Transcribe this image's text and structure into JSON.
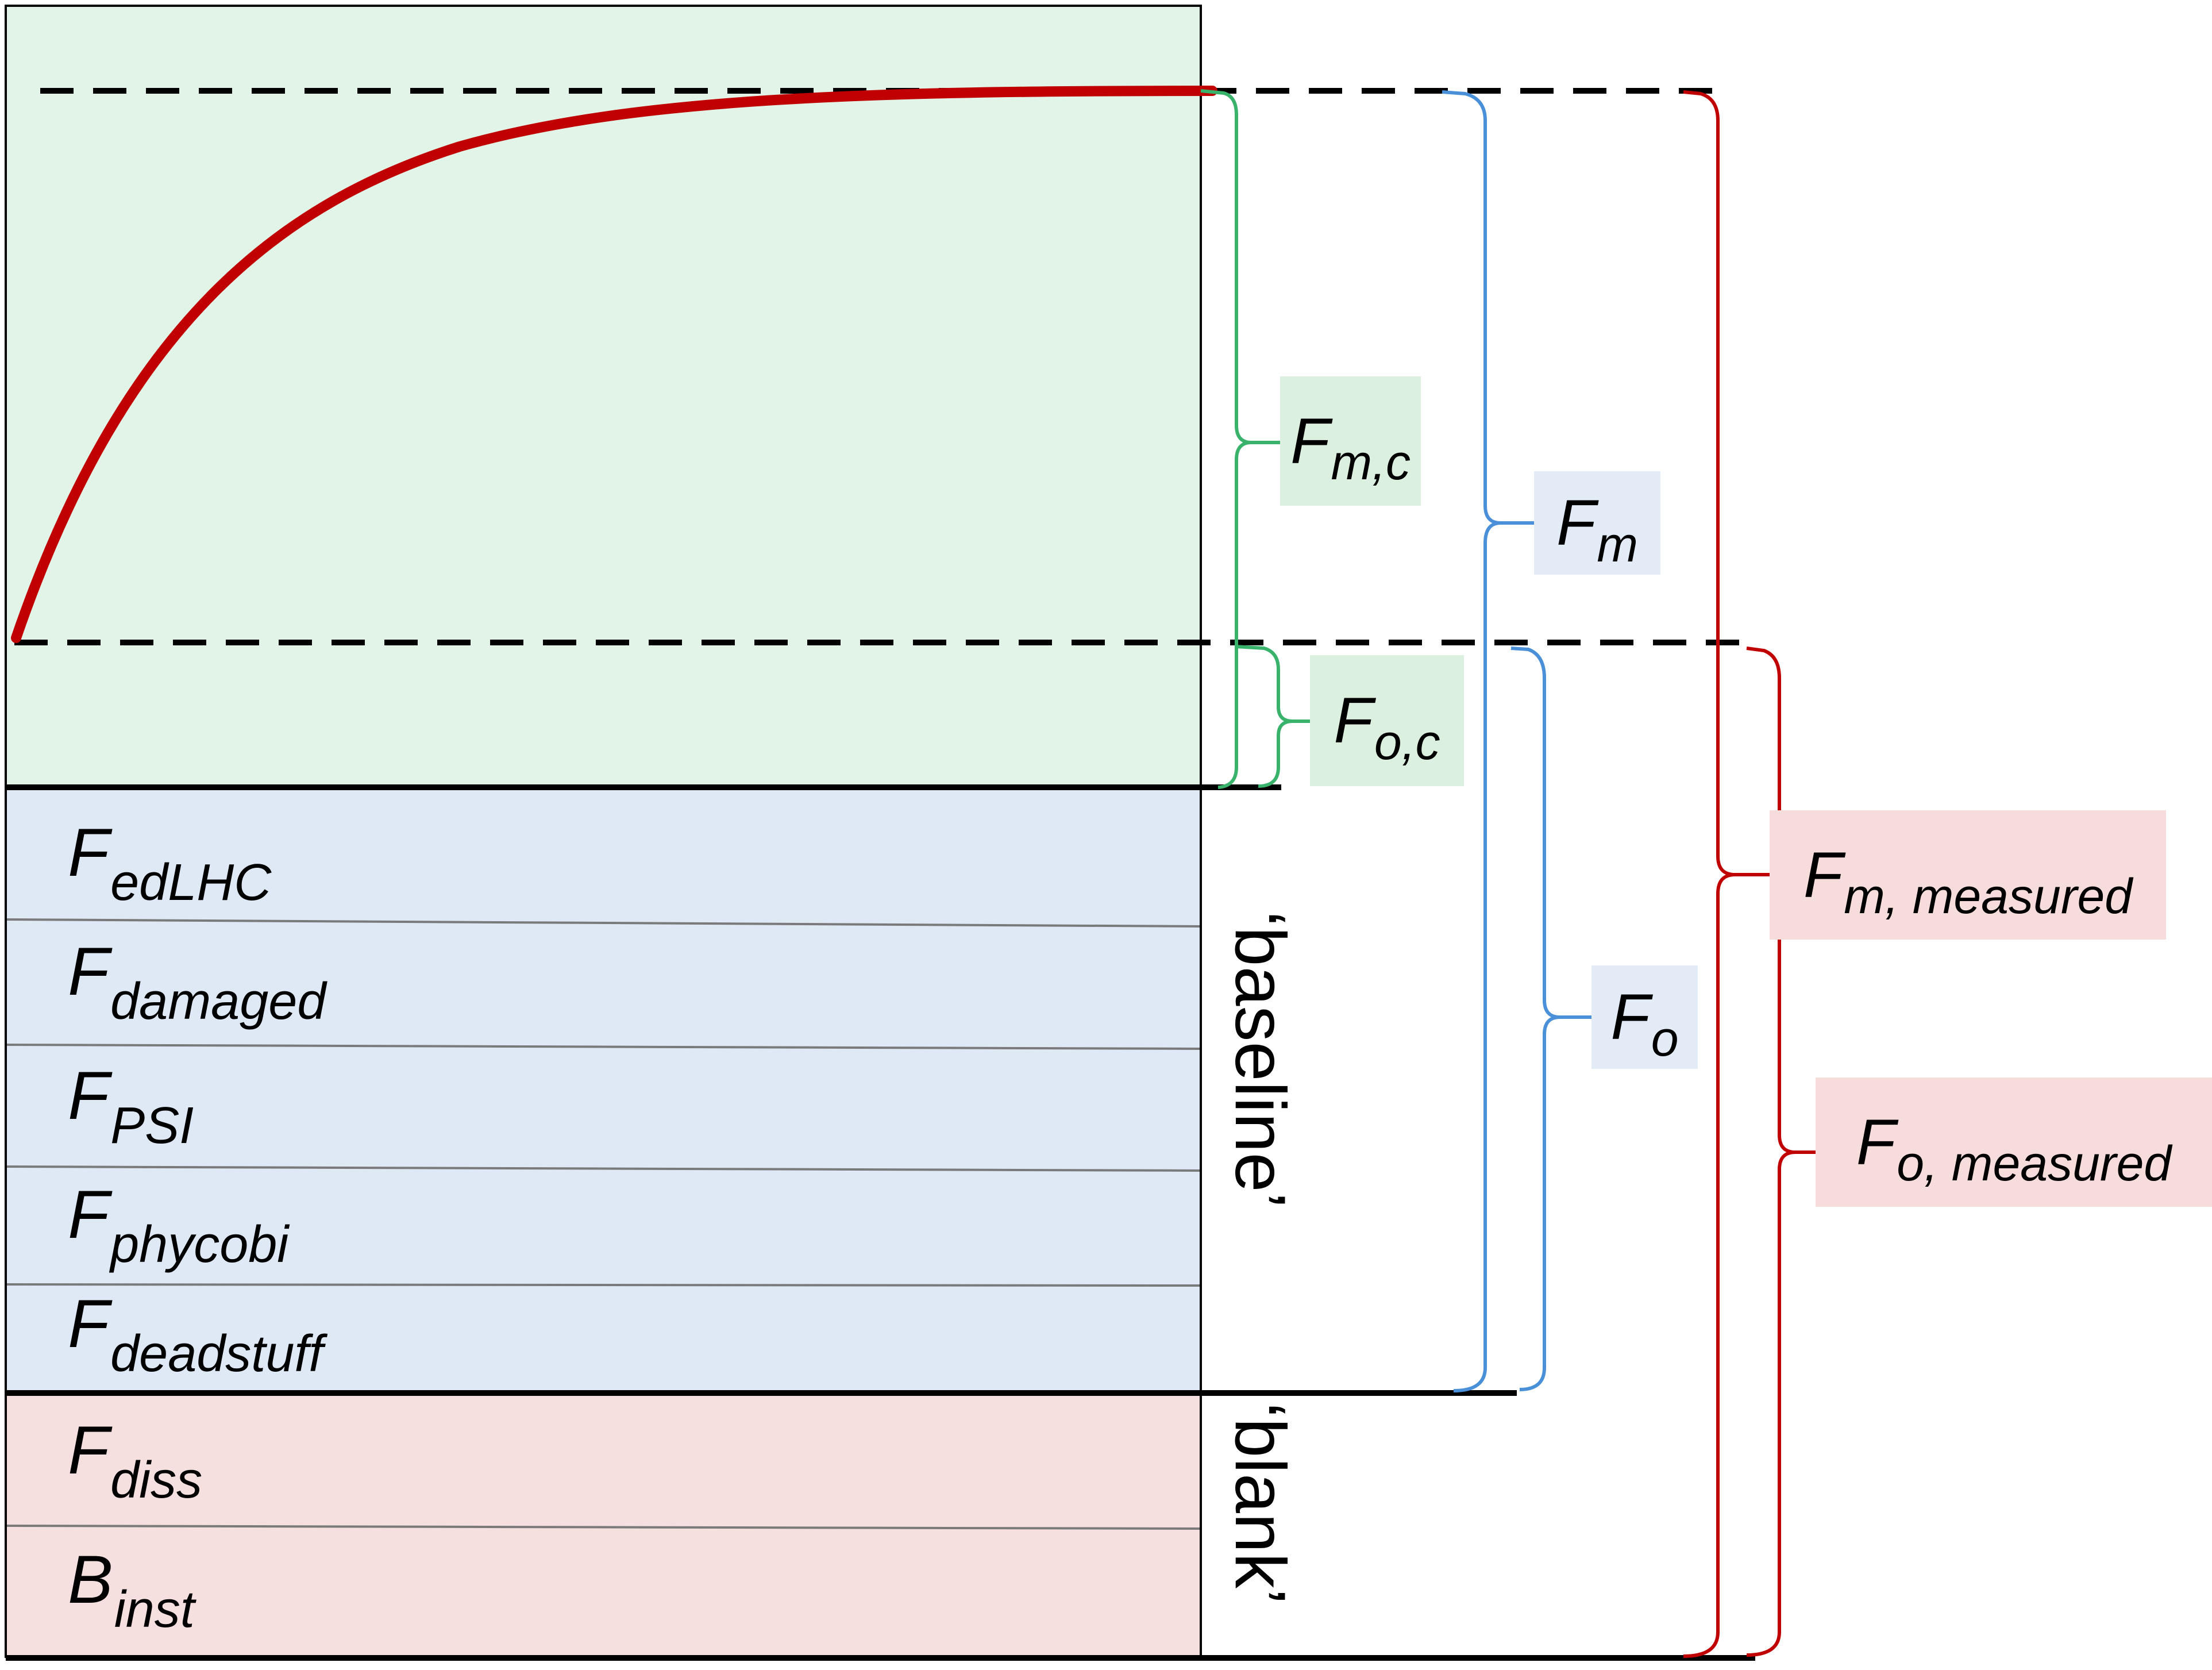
{
  "colors": {
    "green_fill": "#e2f3e8",
    "blue_fill": "#dfe9f6",
    "pink_fill": "#f6dfdf",
    "green_label": "#dcf0e0",
    "blue_label": "#e3ebf7",
    "pink_label": "#f7dcdc",
    "green_brace": "#39b36b",
    "blue_brace": "#4a90d9",
    "red_brace": "#c00000",
    "curve": "#c00000",
    "outline": "#000000"
  },
  "rows": [
    {
      "main": "F",
      "sub": "edLHC"
    },
    {
      "main": "F",
      "sub": "damaged"
    },
    {
      "main": "F",
      "sub": "PSI"
    },
    {
      "main": "F",
      "sub": "phycobi"
    },
    {
      "main": "F",
      "sub": "deadstuff"
    },
    {
      "main": "F",
      "sub": "diss"
    },
    {
      "main": "B",
      "sub": "inst"
    }
  ],
  "regions": {
    "baseline": "‘baseline’",
    "blank": "‘blank’"
  },
  "brace_labels": {
    "fmc": {
      "main": "F",
      "sub": "m,c"
    },
    "foc": {
      "main": "F",
      "sub": "o,c"
    },
    "fm": {
      "main": "F",
      "sub": "m"
    },
    "fo": {
      "main": "F",
      "sub": "o"
    },
    "fm_measured": {
      "main": "F",
      "sub": "m, measured"
    },
    "fo_measured": {
      "main": "F",
      "sub": "o, measured"
    }
  }
}
